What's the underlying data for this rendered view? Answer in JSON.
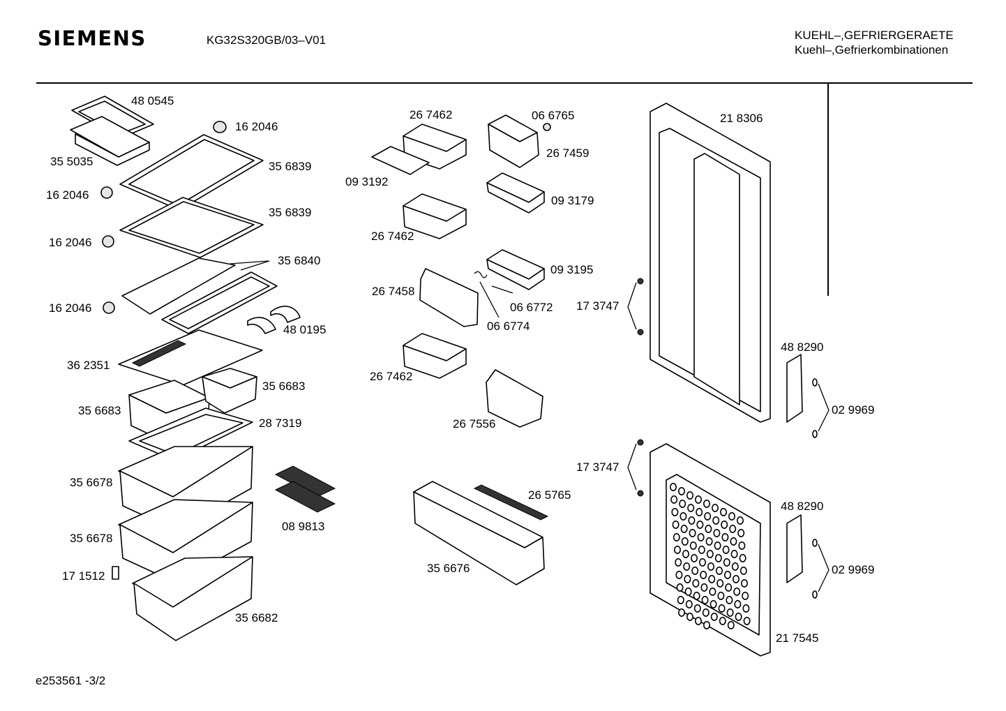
{
  "header": {
    "brand": "SIEMENS",
    "model": "KG32S320GB/03–V01",
    "category_line1": "KUEHL–,GEFRIERGERAETE",
    "category_line2": "Kuehl–,Gefrierkombinationen"
  },
  "footer": {
    "code": "e253561   -3/2"
  },
  "parts": [
    {
      "id": "p480545",
      "label": "48 0545"
    },
    {
      "id": "p162046a",
      "label": "16 2046"
    },
    {
      "id": "p355035",
      "label": "35 5035"
    },
    {
      "id": "p356839a",
      "label": "35 6839"
    },
    {
      "id": "p162046b",
      "label": "16 2046"
    },
    {
      "id": "p356839b",
      "label": "35 6839"
    },
    {
      "id": "p162046c",
      "label": "16 2046"
    },
    {
      "id": "p356840",
      "label": "35 6840"
    },
    {
      "id": "p162046d",
      "label": "16 2046"
    },
    {
      "id": "p480195",
      "label": "48 0195"
    },
    {
      "id": "p362351",
      "label": "36 2351"
    },
    {
      "id": "p356683a",
      "label": "35 6683"
    },
    {
      "id": "p356683b",
      "label": "35 6683"
    },
    {
      "id": "p287319",
      "label": "28 7319"
    },
    {
      "id": "p356678a",
      "label": "35 6678"
    },
    {
      "id": "p089813",
      "label": "08 9813"
    },
    {
      "id": "p356678b",
      "label": "35 6678"
    },
    {
      "id": "p171512",
      "label": "17 1512"
    },
    {
      "id": "p356682",
      "label": "35 6682"
    },
    {
      "id": "p267462a",
      "label": "26 7462"
    },
    {
      "id": "p066765",
      "label": "06 6765"
    },
    {
      "id": "p267459",
      "label": "26 7459"
    },
    {
      "id": "p093192",
      "label": "09 3192"
    },
    {
      "id": "p093179",
      "label": "09 3179"
    },
    {
      "id": "p267462b",
      "label": "26 7462"
    },
    {
      "id": "p093195",
      "label": "09 3195"
    },
    {
      "id": "p267458",
      "label": "26 7458"
    },
    {
      "id": "p066772",
      "label": "06 6772"
    },
    {
      "id": "p066774",
      "label": "06 6774"
    },
    {
      "id": "p267462c",
      "label": "26 7462"
    },
    {
      "id": "p267556",
      "label": "26 7556"
    },
    {
      "id": "p265765",
      "label": "26 5765"
    },
    {
      "id": "p356676",
      "label": "35 6676"
    },
    {
      "id": "p218306",
      "label": "21 8306"
    },
    {
      "id": "p173747a",
      "label": "17 3747"
    },
    {
      "id": "p488290a",
      "label": "48 8290"
    },
    {
      "id": "p029969a",
      "label": "02 9969"
    },
    {
      "id": "p173747b",
      "label": "17 3747"
    },
    {
      "id": "p488290b",
      "label": "48 8290"
    },
    {
      "id": "p029969b",
      "label": "02 9969"
    },
    {
      "id": "p217545",
      "label": "21 7545"
    }
  ]
}
